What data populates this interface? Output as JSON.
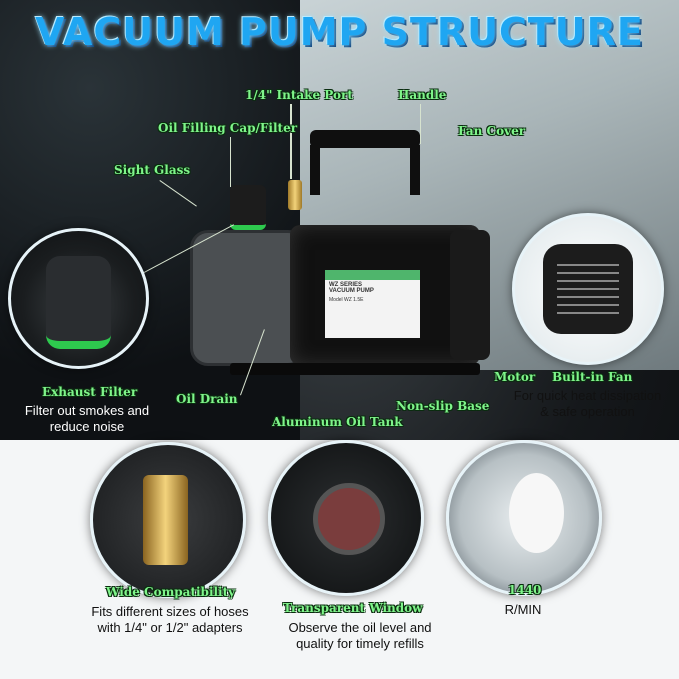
{
  "title": "VACUUM PUMP STRUCTURE",
  "labels": {
    "intake_port": "1/4\" Intake Port",
    "handle": "Handle",
    "oil_filling_cap": "Oil Filling Cap/Filter",
    "fan_cover": "Fan Cover",
    "sight_glass": "Sight Glass",
    "exhaust_filter": "Exhaust Filter",
    "oil_drain": "Oil Drain",
    "aluminum_oil_tank": "Aluminum Oil Tank",
    "non_slip_base": "Non-slip Base",
    "motor": "Motor",
    "built_in_fan": "Built-in Fan",
    "wide_compatibility": "Wide Compatibility",
    "transparent_window": "Transparent Window",
    "rpm_value": "1440"
  },
  "descriptions": {
    "exhaust_filter": [
      "Filter out smokes and",
      "reduce noise"
    ],
    "built_in_fan": [
      "For quick heat dissipation",
      "& safe operation"
    ],
    "wide_compatibility": [
      "Fits different sizes of hoses",
      "with 1/4\" or 1/2\" adapters"
    ],
    "transparent_window": [
      "Observe the oil level and",
      "quality for timely refills"
    ],
    "rpm_unit": "R/MIN"
  },
  "nameplate": {
    "header": "WZ SERIES",
    "subtitle": "VACUUM PUMP",
    "model_label": "Model",
    "model_value": "WZ 1.5E"
  },
  "colors": {
    "title_blue": "#1fa6f2",
    "label_green": "#7ff58a",
    "accent_green": "#2ec94e"
  }
}
